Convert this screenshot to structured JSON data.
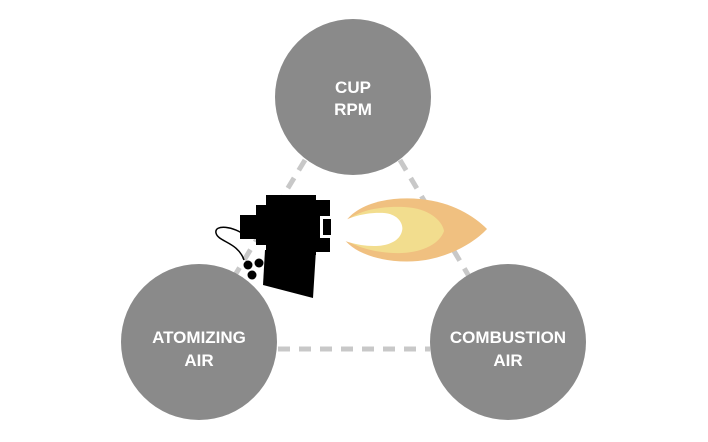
{
  "diagram": {
    "colors": {
      "circle": "#8a8a8a",
      "connector": "#c8c8c8",
      "label": "#ffffff",
      "burner": "#000000",
      "flame_outer": "#f0c080",
      "flame_mid": "#f2dd8e",
      "flame_core": "#ffffff"
    },
    "nodes": [
      {
        "id": "cup-rpm",
        "lines": [
          "CUP",
          "RPM"
        ]
      },
      {
        "id": "atomizing-air",
        "lines": [
          "ATOMIZING",
          "AIR"
        ]
      },
      {
        "id": "combustion-air",
        "lines": [
          "COMBUSTION",
          "AIR"
        ]
      }
    ],
    "icons": [
      "burner-icon",
      "flame-icon"
    ]
  }
}
